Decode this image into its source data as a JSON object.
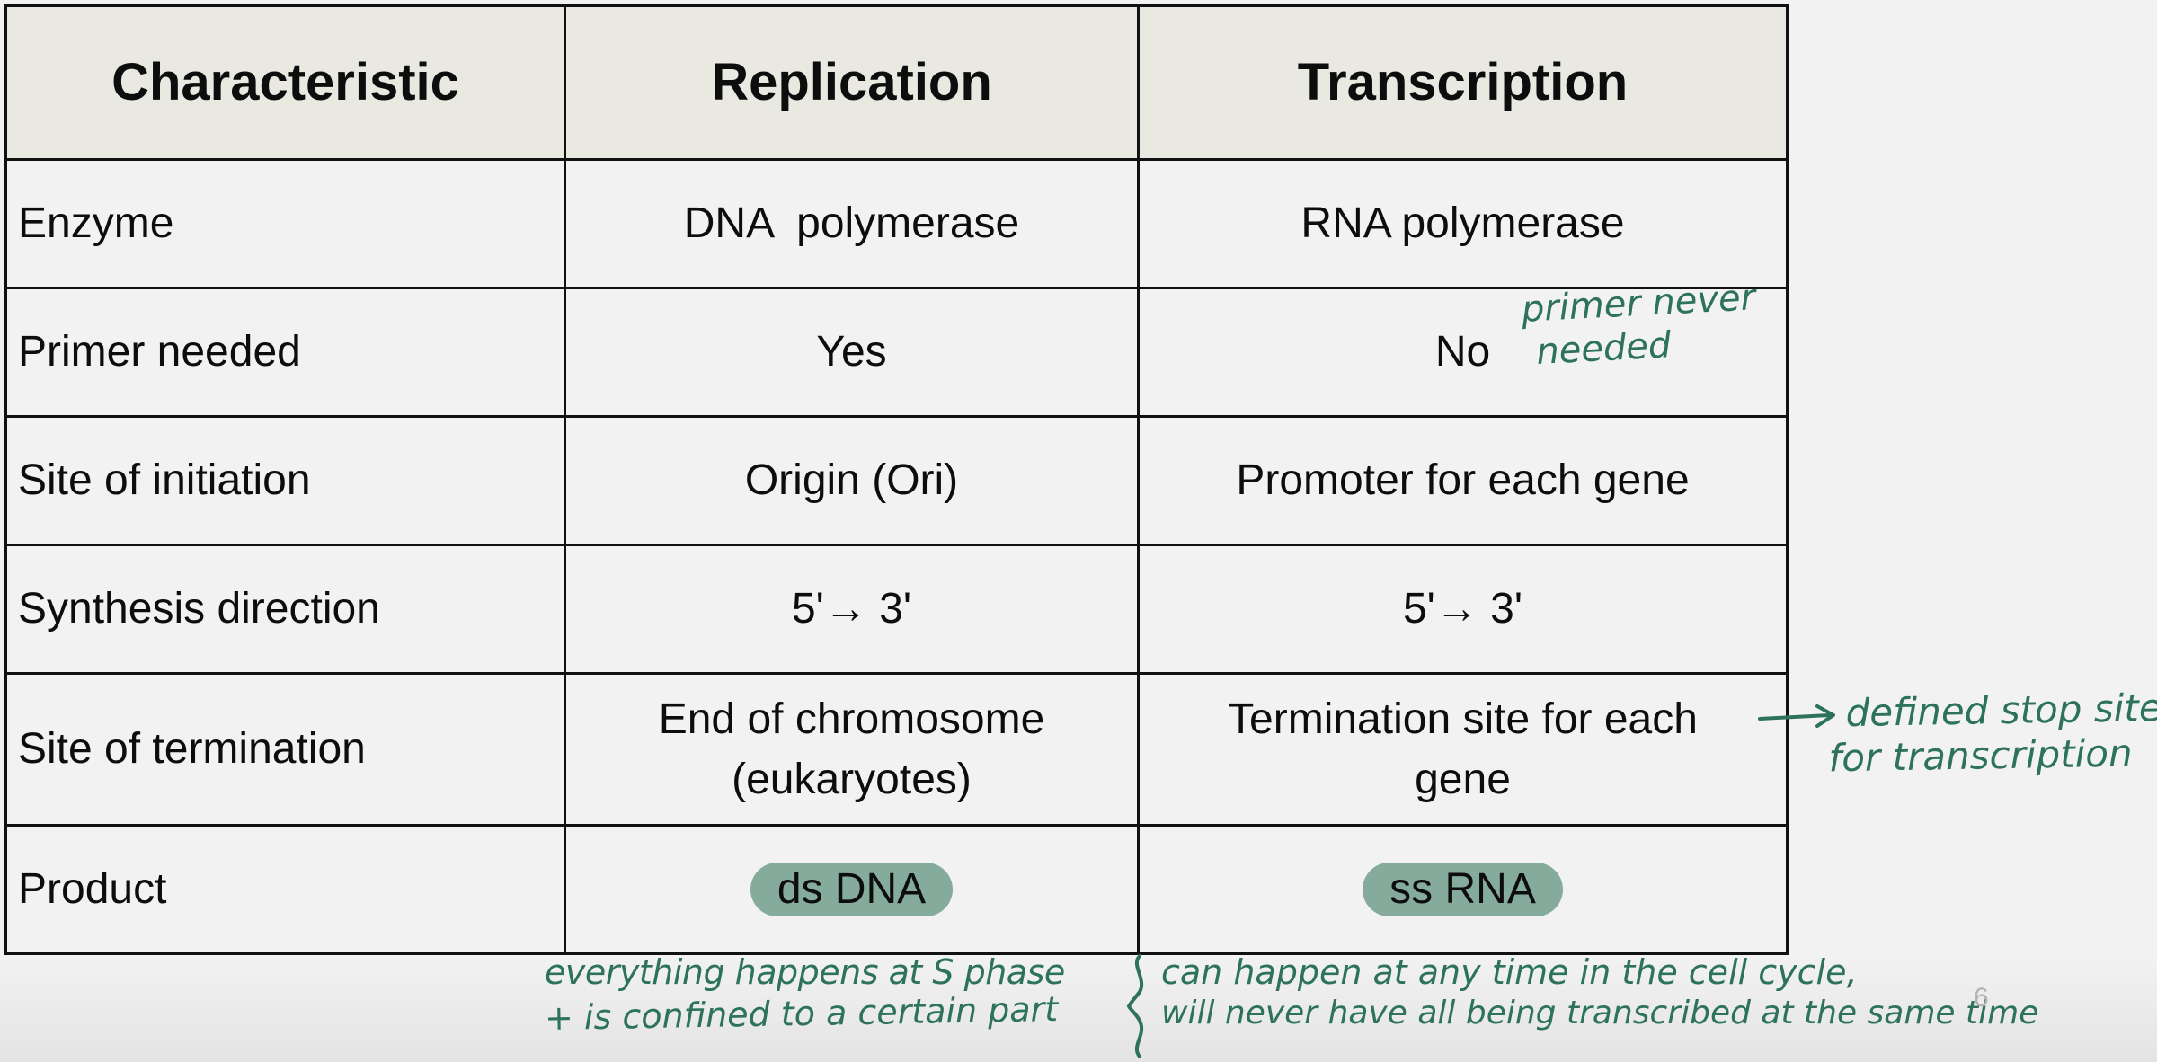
{
  "table": {
    "headers": [
      "Characteristic",
      "Replication",
      "Transcription"
    ],
    "rows": [
      [
        "Enzyme",
        "DNA  polymerase",
        "RNA polymerase"
      ],
      [
        "Primer needed",
        "Yes",
        "No"
      ],
      [
        "Site of initiation",
        "Origin (Ori)",
        "Promoter for each gene"
      ],
      [
        "Synthesis direction",
        "5'→ 3'",
        "5'→ 3'"
      ],
      [
        "Site of termination",
        "End of chromosome (eukaryotes)",
        "Termination site for each gene"
      ],
      [
        "Product",
        "ds DNA",
        "ss RNA"
      ]
    ]
  },
  "annotations": {
    "primer_note": [
      "primer never",
      "needed"
    ],
    "termination_note": [
      "defined stop site",
      "for transcription"
    ],
    "replication_note": [
      "everything happens at S phase",
      "+ is confined to a certain part"
    ],
    "transcription_note": [
      "can  happen at any time in the cell cycle,",
      "will never have all being transcribed at the same time"
    ]
  },
  "page_number": "6",
  "colors": {
    "background": "#f2f2f2",
    "header_fill": "#e9e9e2",
    "pill_fill": "#84ab9b",
    "ink_green": "#2d725c"
  }
}
